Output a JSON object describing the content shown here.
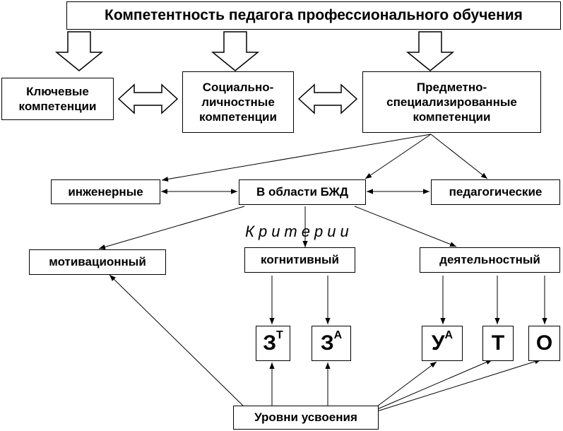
{
  "title": "Компетентность педагога профессионального обучения",
  "competences": {
    "key": "Ключевые компетенции",
    "social_personal": "Социально-личностные компетенции",
    "subject_specialized": "Предметно-специализированные компетенции"
  },
  "areas": {
    "engineering": "инженерные",
    "bzhd": "В области БЖД",
    "pedagogical": "педагогические"
  },
  "criteria_label": "Критерии",
  "criteria": {
    "motivational": "мотивационный",
    "cognitive": "когнитивный",
    "activity": "деятельностный"
  },
  "levels": {
    "z_t": {
      "base": "З",
      "sup": "Т"
    },
    "z_a": {
      "base": "З",
      "sup": "А"
    },
    "u_a": {
      "base": "У",
      "sup": "А"
    },
    "t": {
      "base": "Т"
    },
    "o": {
      "base": "О"
    }
  },
  "levels_root": "Уровни усвоения",
  "colors": {
    "line": "#000000",
    "fill": "#ffffff"
  }
}
